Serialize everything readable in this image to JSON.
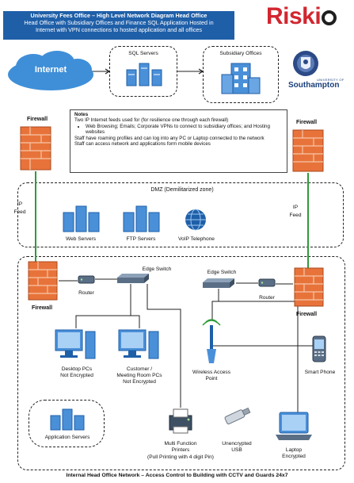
{
  "header": {
    "title_line1": "University Fees Office – High Level Network Diagram Head Office",
    "title_line2": "Head Office with Subsidiary Offices and Finance SQL Application Hosted in",
    "title_line3": "Internet with VPN connections to hosted application and all offices"
  },
  "brand": {
    "riskio_prefix": "Riski",
    "uni_small": "UNIVERSITY OF",
    "uni_name": "Southampton"
  },
  "cloud": {
    "internet": "Internet"
  },
  "top_groups": {
    "sql": "SQL Servers",
    "subsidiary": "Subsidiary Offices"
  },
  "notes": {
    "heading": "Notes",
    "line1": "Two IP Internet feeds used for (for resilience one through each firewall)",
    "bullet": "Web Browsing; Emails; Corporate VPNs to connect to subsidiary offices; and Hosting websites",
    "line2": "Staff have roaming profiles and can log into any PC or Laptop connected to the network",
    "line3": "Staff can access network and applications form mobile devices"
  },
  "firewalls": {
    "label": "Firewall"
  },
  "feeds": {
    "ip": "IP",
    "feed": "Feed"
  },
  "dmz": {
    "title": "DMZ (Demilitarized zone)",
    "web": "Web Servers",
    "ftp": "FTP Servers",
    "voip": "VoIP Telephone"
  },
  "internal": {
    "router": "Router",
    "edge_switch": "Edge Switch",
    "desktop": [
      "Desktop PCs",
      "Not Encrypted"
    ],
    "customer": [
      "Customer /",
      "Meeting Room PCs",
      "Not Encrypted"
    ],
    "wap": [
      "Wireless Access",
      "Point"
    ],
    "smartphone": "Smart Phone",
    "app_servers": "Application Servers",
    "printers": [
      "Multi Function",
      "Printers",
      "(Pull Printing with 4 digit Pin)"
    ],
    "usb": [
      "Unencrypted",
      "USB"
    ],
    "laptop": [
      "Laptop",
      "Encrypted"
    ]
  },
  "footer": "Internal Head Office Network – Access Control to Building with CCTV and Guards 24x7",
  "colors": {
    "accent_blue": "#1f5fa8",
    "device_blue": "#4a90d9",
    "riskio_red": "#d22630",
    "wire_green": "#2e9c3a",
    "firewall_orange": "#e8733a"
  }
}
